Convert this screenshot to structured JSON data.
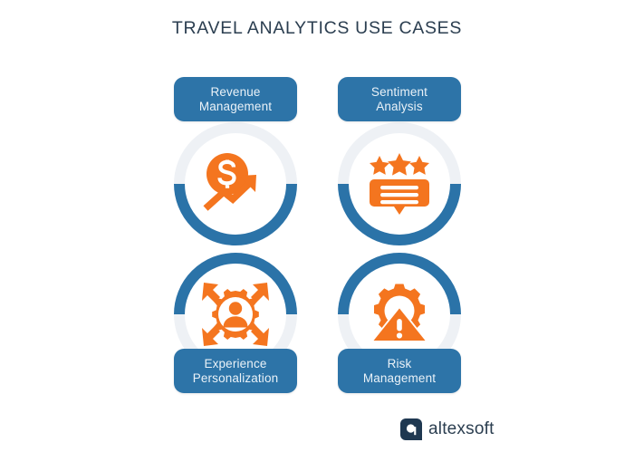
{
  "page": {
    "title": "TRAVEL ANALYTICS USE CASES",
    "background_color": "#ffffff",
    "title_color": "#2b3e50"
  },
  "theme": {
    "blue": "#2d74a8",
    "ring_blue": "#2b73a8",
    "ring_gray": "#eef1f5",
    "orange": "#f4751f",
    "label_text": "#eaf2f8",
    "logo_navy": "#1f3851"
  },
  "cards": [
    {
      "id": "revenue-management",
      "label": "Revenue\nManagement",
      "label_line1": "Revenue",
      "label_line2": "Management",
      "label_position": "top",
      "icon": "dollar-growth-chart-icon",
      "ring_accent": "bottom"
    },
    {
      "id": "sentiment-analysis",
      "label": "Sentiment\nAnalysis",
      "label_line1": "Sentiment",
      "label_line2": "Analysis",
      "label_position": "top",
      "icon": "stars-review-bubble-icon",
      "ring_accent": "bottom"
    },
    {
      "id": "experience-personalization",
      "label": "Experience\nPersonalization",
      "label_line1": "Experience",
      "label_line2": "Personalization",
      "label_position": "bottom",
      "icon": "gear-person-arrows-icon",
      "ring_accent": "top"
    },
    {
      "id": "risk-management",
      "label": "Risk\nManagement",
      "label_line1": "Risk",
      "label_line2": "Management",
      "label_position": "bottom",
      "icon": "gear-warning-triangle-icon",
      "ring_accent": "top"
    }
  ],
  "logo": {
    "text": "altexsoft",
    "mark": "altexsoft-logomark-icon"
  }
}
